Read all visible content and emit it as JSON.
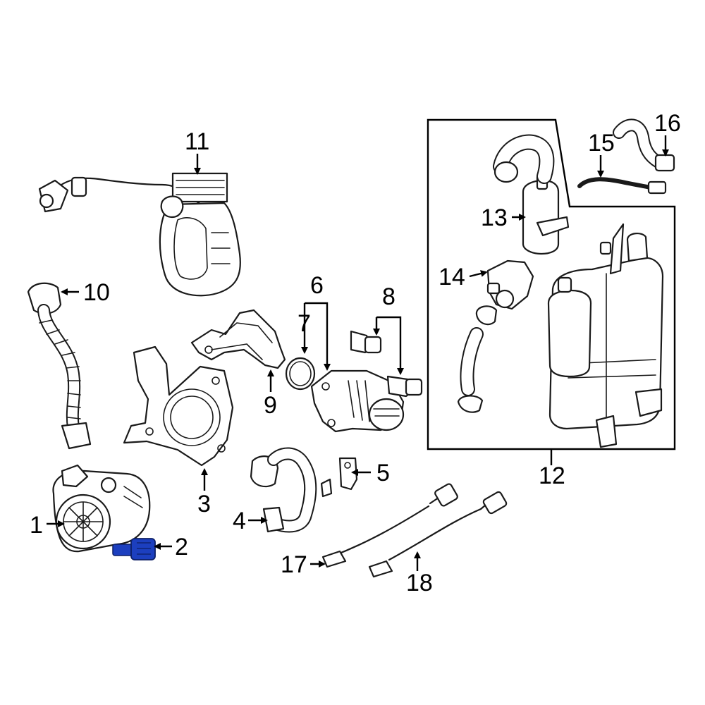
{
  "callouts": {
    "c1": "1",
    "c2": "2",
    "c3": "3",
    "c4": "4",
    "c5": "5",
    "c6": "6",
    "c7": "7",
    "c8": "8",
    "c9": "9",
    "c10": "10",
    "c11": "11",
    "c12": "12",
    "c13": "13",
    "c14": "14",
    "c15": "15",
    "c16": "16",
    "c17": "17",
    "c18": "18"
  },
  "highlight_color": "#1c3fbf",
  "icons": {
    "arrowhead": "arrowhead-icon"
  }
}
